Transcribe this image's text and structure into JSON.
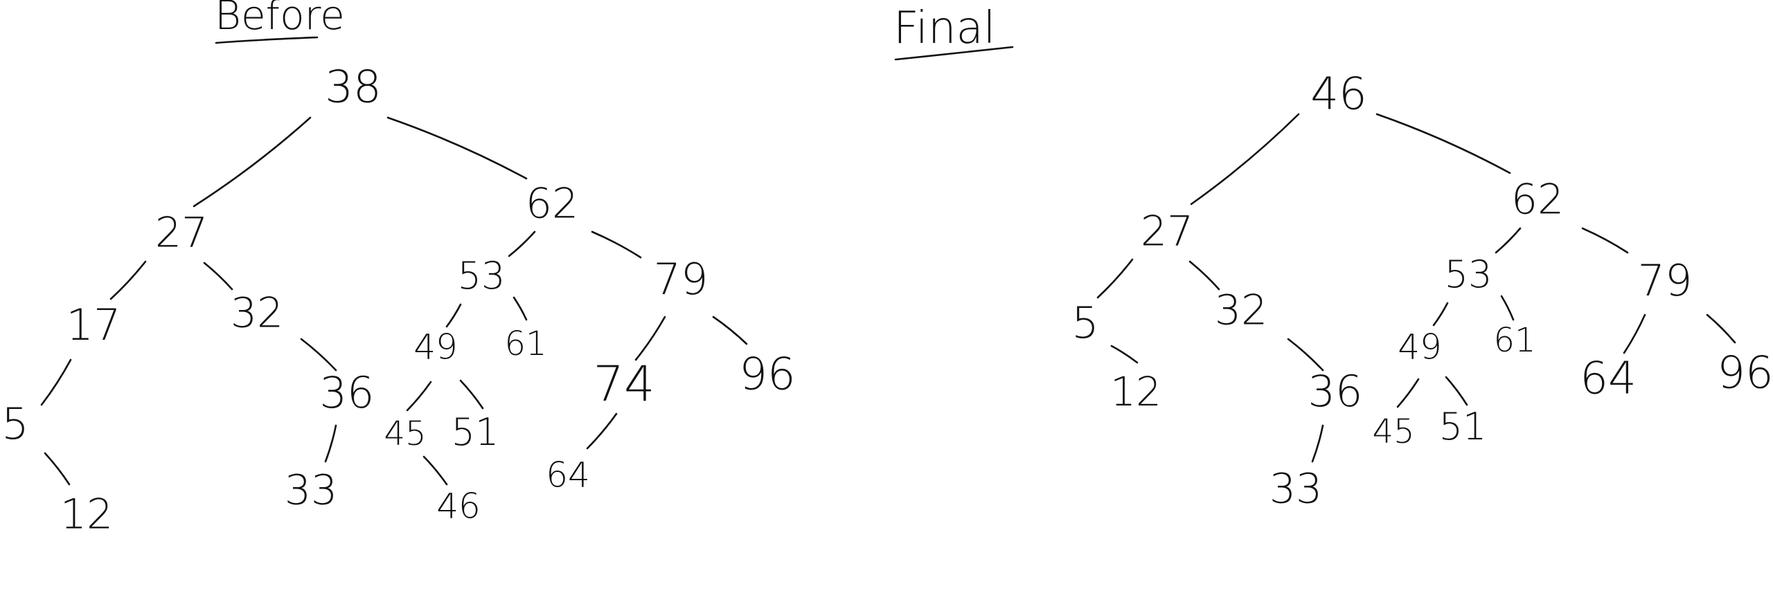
{
  "diagrams": [
    {
      "title": "Before",
      "nodes": [
        {
          "id": "b38",
          "label": "38"
        },
        {
          "id": "b27",
          "label": "27"
        },
        {
          "id": "b62",
          "label": "62"
        },
        {
          "id": "b17",
          "label": "17"
        },
        {
          "id": "b32",
          "label": "32"
        },
        {
          "id": "b53",
          "label": "53"
        },
        {
          "id": "b79",
          "label": "79"
        },
        {
          "id": "b5",
          "label": "5"
        },
        {
          "id": "b12",
          "label": "12"
        },
        {
          "id": "b36",
          "label": "36"
        },
        {
          "id": "b33",
          "label": "33"
        },
        {
          "id": "b49",
          "label": "49"
        },
        {
          "id": "b61",
          "label": "61"
        },
        {
          "id": "b45",
          "label": "45"
        },
        {
          "id": "b51",
          "label": "51"
        },
        {
          "id": "b46",
          "label": "46"
        },
        {
          "id": "b74",
          "label": "74"
        },
        {
          "id": "b96",
          "label": "96"
        },
        {
          "id": "b64",
          "label": "64"
        }
      ],
      "edges": [
        [
          "b38",
          "b27"
        ],
        [
          "b38",
          "b62"
        ],
        [
          "b27",
          "b17"
        ],
        [
          "b27",
          "b32"
        ],
        [
          "b17",
          "b5"
        ],
        [
          "b5",
          "b12"
        ],
        [
          "b32",
          "b36"
        ],
        [
          "b36",
          "b33"
        ],
        [
          "b62",
          "b53"
        ],
        [
          "b62",
          "b79"
        ],
        [
          "b53",
          "b49"
        ],
        [
          "b53",
          "b61"
        ],
        [
          "b49",
          "b45"
        ],
        [
          "b49",
          "b51"
        ],
        [
          "b45",
          "b46"
        ],
        [
          "b79",
          "b74"
        ],
        [
          "b79",
          "b96"
        ],
        [
          "b74",
          "b64"
        ]
      ]
    },
    {
      "title": "Final",
      "nodes": [
        {
          "id": "f46",
          "label": "46"
        },
        {
          "id": "f27",
          "label": "27"
        },
        {
          "id": "f62",
          "label": "62"
        },
        {
          "id": "f5",
          "label": "5"
        },
        {
          "id": "f32",
          "label": "32"
        },
        {
          "id": "f53",
          "label": "53"
        },
        {
          "id": "f79",
          "label": "79"
        },
        {
          "id": "f12",
          "label": "12"
        },
        {
          "id": "f36",
          "label": "36"
        },
        {
          "id": "f33",
          "label": "33"
        },
        {
          "id": "f49",
          "label": "49"
        },
        {
          "id": "f61",
          "label": "61"
        },
        {
          "id": "f45",
          "label": "45"
        },
        {
          "id": "f51",
          "label": "51"
        },
        {
          "id": "f64",
          "label": "64"
        },
        {
          "id": "f96",
          "label": "96"
        }
      ],
      "edges": [
        [
          "f46",
          "f27"
        ],
        [
          "f46",
          "f62"
        ],
        [
          "f27",
          "f5"
        ],
        [
          "f27",
          "f32"
        ],
        [
          "f5",
          "f12"
        ],
        [
          "f32",
          "f36"
        ],
        [
          "f36",
          "f33"
        ],
        [
          "f62",
          "f53"
        ],
        [
          "f62",
          "f79"
        ],
        [
          "f53",
          "f49"
        ],
        [
          "f53",
          "f61"
        ],
        [
          "f49",
          "f45"
        ],
        [
          "f49",
          "f51"
        ],
        [
          "f79",
          "f64"
        ],
        [
          "f79",
          "f96"
        ]
      ]
    }
  ]
}
